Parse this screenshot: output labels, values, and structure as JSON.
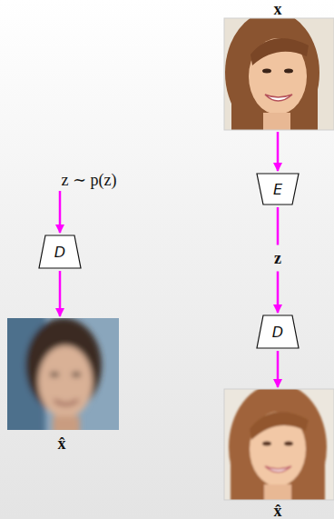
{
  "diagram": {
    "nodes": [
      {
        "text": [
          "D"
        ]
      },
      {
        "text": [
          "E"
        ]
      },
      {
        "text": [
          "D"
        ]
      }
    ],
    "edges": [
      {
        "from": 1,
        "to": 2,
        "arrow": "to",
        "label": "z"
      }
    ],
    "labels": [
      "x",
      "z ∼ p(z)",
      "x̂",
      "x̂"
    ]
  }
}
